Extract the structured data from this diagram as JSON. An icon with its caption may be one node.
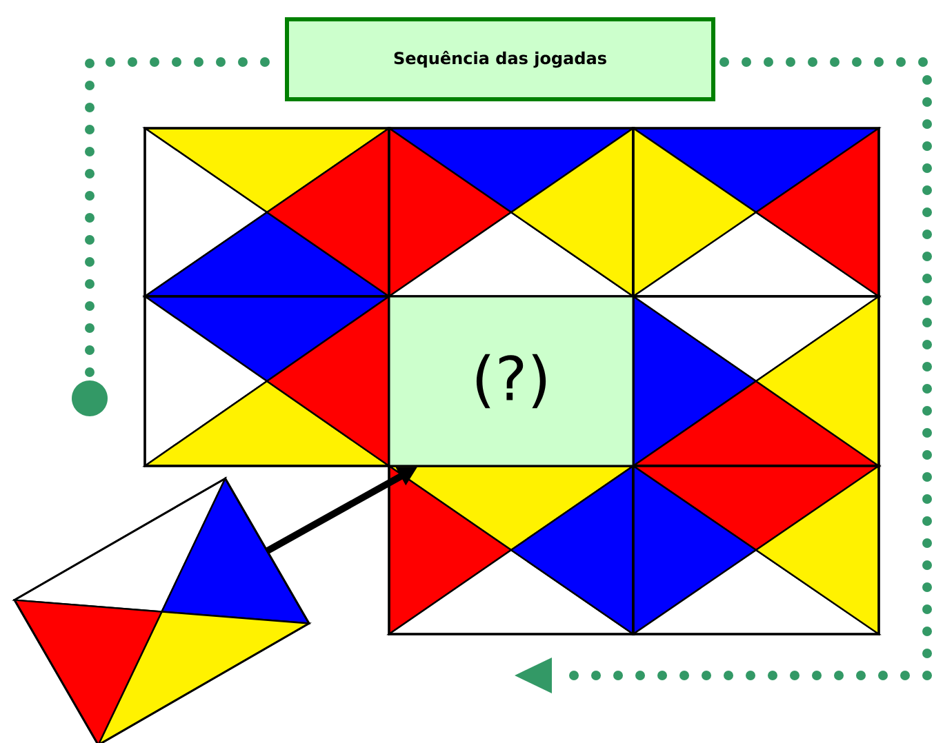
{
  "diagram": {
    "title": "Sequência das jogadas",
    "nodes": [
      {
        "text": [
          "(?)"
        ]
      },
      {
        "text": [],
        "shape": "box"
      }
    ],
    "edges": [
      {
        "from": 1,
        "to": 0,
        "arrow": "to"
      }
    ]
  }
}
